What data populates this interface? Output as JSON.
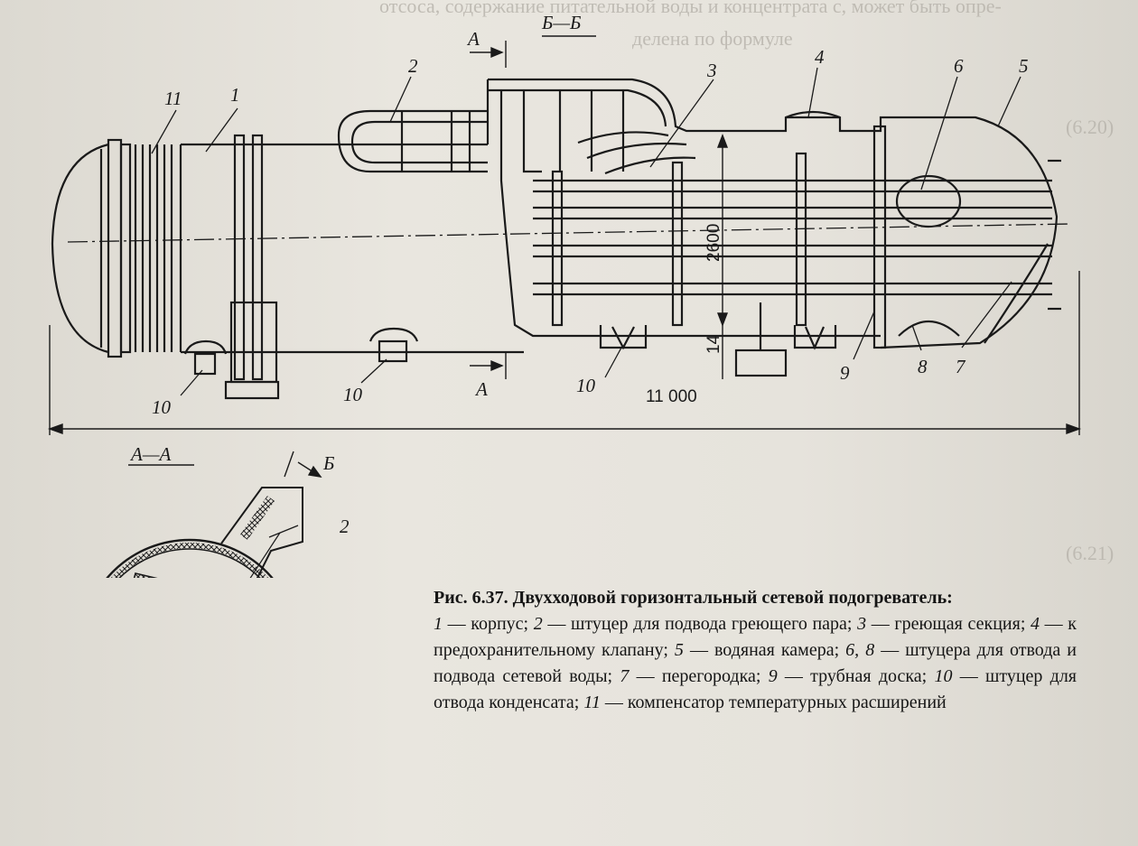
{
  "figure": {
    "section_bb_label": "Б—Б",
    "section_aa_label": "А—А",
    "cut_a_top": "А",
    "cut_a_bottom": "А",
    "cut_b_top": "Б",
    "cut_b_bottom": "Б",
    "dim_length": "11 000",
    "dim_height": "2600",
    "dim_small": "14",
    "callouts": [
      "1",
      "2",
      "3",
      "4",
      "5",
      "6",
      "7",
      "8",
      "9",
      "10",
      "11"
    ],
    "callout_10": "10",
    "callout_2_section": "2"
  },
  "caption": {
    "title": "Рис. 6.37. Двухходовой горизонтальный сетевой подогреватель:",
    "legend": [
      {
        "num": "1",
        "text": " — корпус; "
      },
      {
        "num": "2",
        "text": " — штуцер для подвода греющего пара; "
      },
      {
        "num": "3",
        "text": " — греющая секция; "
      },
      {
        "num": "4",
        "text": " — к предохранительному клапану; "
      },
      {
        "num": "5",
        "text": " — водяная камера; "
      },
      {
        "num": "6, 8",
        "text": " — штуцера для отвода и подвода сетевой воды; "
      },
      {
        "num": "7",
        "text": " — перегородка; "
      },
      {
        "num": "9",
        "text": " — трубная доска; "
      },
      {
        "num": "10",
        "text": " — штуцер для отвода конденсата; "
      },
      {
        "num": "11",
        "text": " — компенсатор температурных расширений"
      }
    ]
  },
  "bleed_text": [
    "отсоса, содержание питательной воды и концентрата с, может быть опре-",
    "делена по формуле",
    "(6.20)",
    "(6.21)"
  ]
}
